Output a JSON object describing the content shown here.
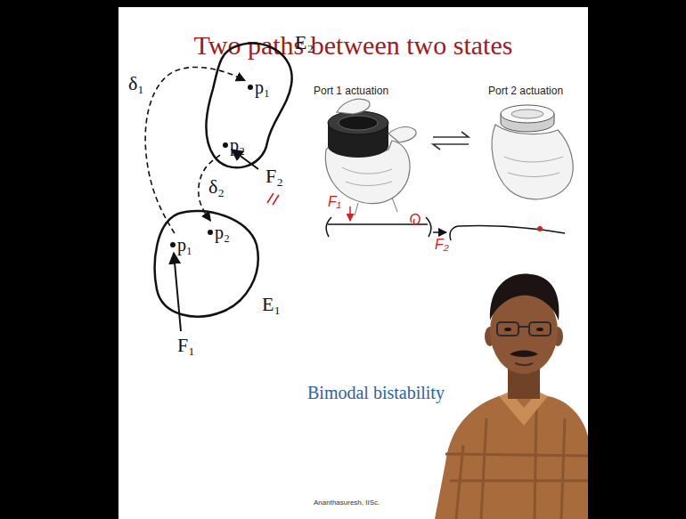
{
  "diagram": {
    "title": "Two paths between two states",
    "nodes": [
      {
        "text": [
          "E₂"
        ]
      },
      {
        "text": [
          "p₁"
        ],
        "in": 0
      },
      {
        "text": [
          "p₂"
        ],
        "in": 0
      },
      {
        "text": [
          "E₁"
        ]
      },
      {
        "text": [
          "p₁"
        ],
        "in": 3
      },
      {
        "text": [
          "p₂"
        ],
        "in": 3
      }
    ],
    "edges": [
      {
        "from": 4,
        "to": 1,
        "arrow": "to",
        "label": "δ₁"
      },
      {
        "from": 2,
        "to": 5,
        "arrow": "to",
        "label": "δ₂"
      }
    ],
    "labels": [
      "Port 1 actuation",
      "Port 2 actuation",
      "F₂",
      "F₁",
      "F₁",
      "F₂",
      "Bimodal bistability",
      "Ananthasuresh, IISc."
    ]
  }
}
